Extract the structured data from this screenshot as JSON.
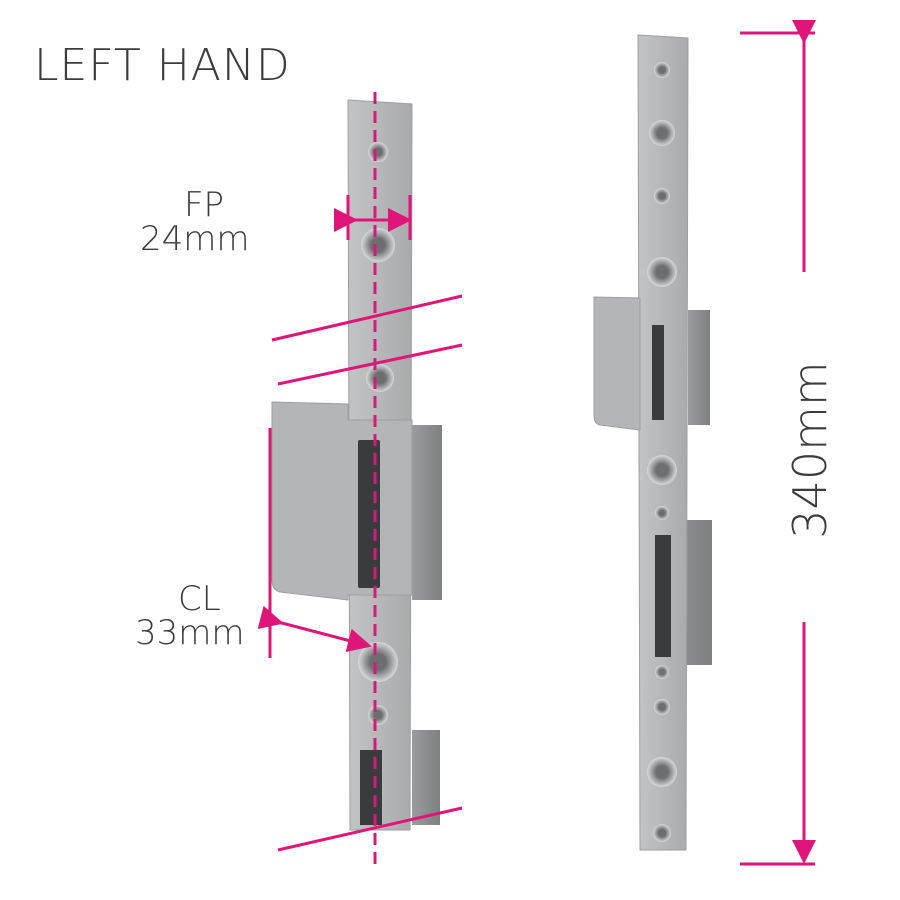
{
  "title": "LEFT HAND",
  "dimensions": {
    "fp_label": "FP",
    "fp_value": "24mm",
    "cl_label": "CL",
    "cl_value": "33mm",
    "length_value": "340mm"
  },
  "colors": {
    "accent": "#e0157a",
    "steel": "#b9babc",
    "text": "#3b3b3b"
  }
}
